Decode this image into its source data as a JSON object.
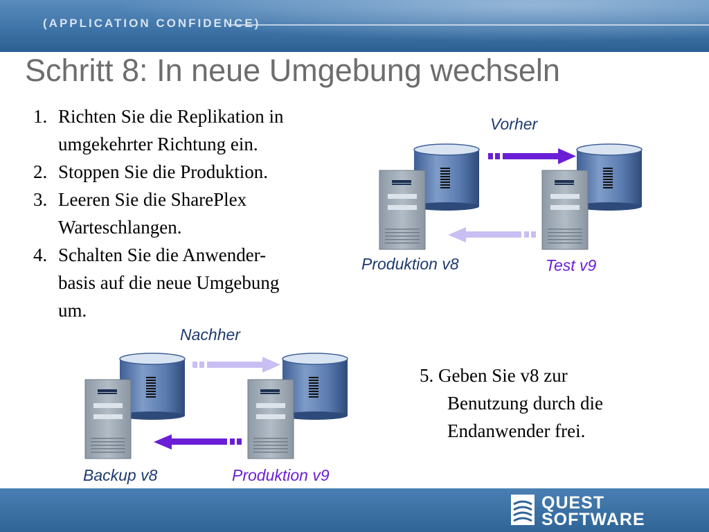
{
  "banner": {
    "tagline": "(APPLICATION CONFIDENCE)"
  },
  "slide": {
    "title": "Schritt 8: In neue Umgebung wechseln",
    "steps": [
      {
        "num": "1.",
        "lines": [
          "Richten Sie die Replikation in",
          "umgekehrter Richtung ein."
        ]
      },
      {
        "num": "2.",
        "lines": [
          "Stoppen Sie die Produktion."
        ]
      },
      {
        "num": "3.",
        "lines": [
          "Leeren Sie die SharePlex",
          "Warteschlangen."
        ]
      },
      {
        "num": "4.",
        "lines": [
          "Schalten Sie die Anwender-",
          "basis auf die neue Umgebung",
          "um."
        ]
      }
    ],
    "step5": {
      "num": "5.",
      "lines": [
        "Geben Sie v8 zur",
        "Benutzung durch die",
        "Endanwender frei."
      ]
    }
  },
  "diagram_before": {
    "caption": "Vorher",
    "left_label": "Produktion v8",
    "right_label": "Test v9"
  },
  "diagram_after": {
    "caption": "Nachher",
    "left_label": "Backup v8",
    "right_label": "Produktion v9"
  },
  "footer": {
    "logo_line1": "QUEST",
    "logo_line2": "SOFTWARE"
  },
  "colors": {
    "accent_purple": "#6a1fd6",
    "faded_purple": "#c9bff2",
    "label_dark": "#1e3a6e",
    "banner_blue": "#3f74a8"
  }
}
